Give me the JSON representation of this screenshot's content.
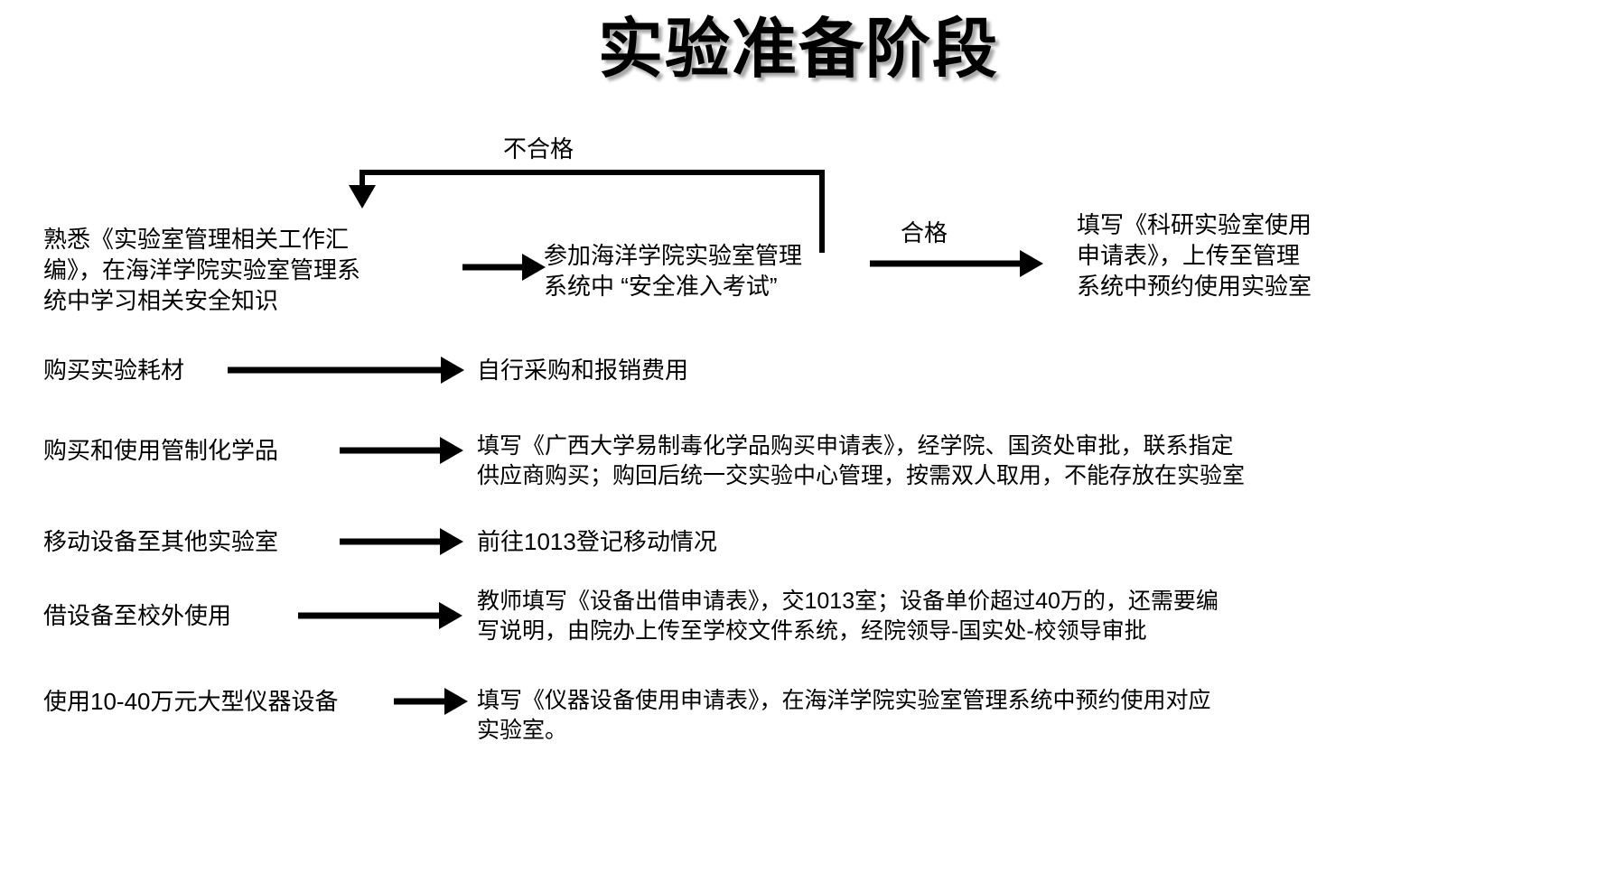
{
  "page": {
    "title": "实验准备阶段",
    "background_color": "#ffffff",
    "ink_color": "#000000"
  },
  "flow": {
    "top_row": {
      "left_text": "熟悉《实验室管理相关工作汇\n编》，在海洋学院实验室管理系\n统中学习相关安全知识",
      "arrow_1_name": "arrow-right",
      "middle_text": "参加海洋学院实验室管理\n系统中 “安全准入考试”",
      "pass_label": "合格",
      "arrow_2_name": "arrow-right",
      "right_text": "填写《科研实验室使用\n申请表》，上传至管理\n系统中预约使用实验室",
      "fail_label": "不合格",
      "loop_name": "feedback-loop-arrow"
    },
    "rows": [
      {
        "left": "购买实验耗材",
        "right": "自行采购和报销费用"
      },
      {
        "left": "购买和使用管制化学品",
        "right": "填写《广西大学易制毒化学品购买申请表》，经学院、国资处审批，联系指定\n供应商购买；购回后统一交实验中心管理，按需双人取用，不能存放在实验室"
      },
      {
        "left": "移动设备至其他实验室",
        "right": "前往1013登记移动情况"
      },
      {
        "left": "借设备至校外使用",
        "right": "教师填写《设备出借申请表》，交1013室；设备单价超过40万的，还需要编\n写说明，由院办上传至学校文件系统，经院领导-国实处-校领导审批"
      },
      {
        "left": "使用10-40万元大型仪器设备",
        "right": "填写《仪器设备使用申请表》，在海洋学院实验室管理系统中预约使用对应\n实验室。"
      }
    ]
  }
}
